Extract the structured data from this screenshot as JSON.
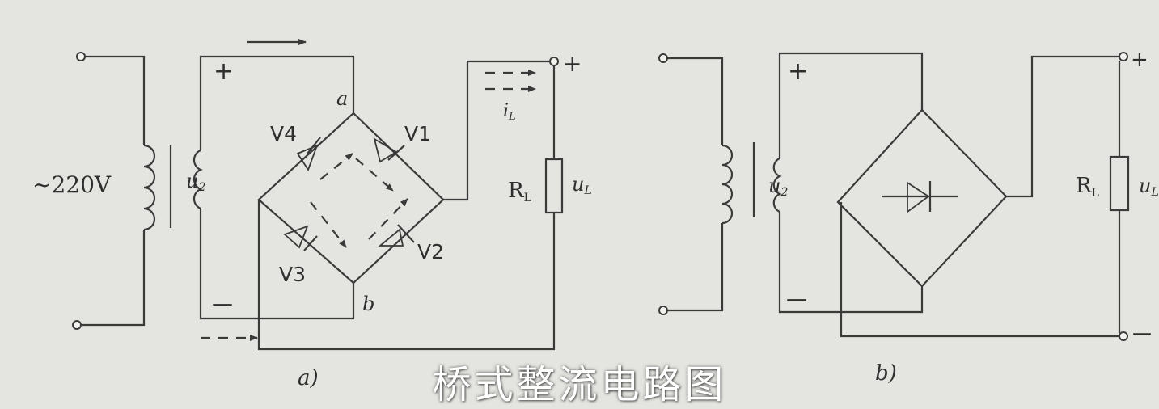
{
  "caption": "桥式整流电路图",
  "circuit_a": {
    "label": "a)",
    "source_label": "~220V",
    "secondary_label": "u",
    "secondary_sub": "2",
    "plus": "+",
    "minus": "—",
    "node_a": "a",
    "node_b": "b",
    "diodes": [
      "V4",
      "V1",
      "V3",
      "V2"
    ],
    "current_label": "i",
    "current_sub": "L",
    "load_label": "R",
    "load_sub": "L",
    "output_label": "u",
    "output_sub": "L",
    "out_plus": "+"
  },
  "circuit_b": {
    "label": "b)",
    "secondary_label": "u",
    "secondary_sub": "2",
    "plus": "+",
    "minus": "—",
    "load_label": "R",
    "load_sub": "L",
    "output_label": "u",
    "output_sub": "L",
    "out_plus": "+",
    "out_minus": "—"
  }
}
